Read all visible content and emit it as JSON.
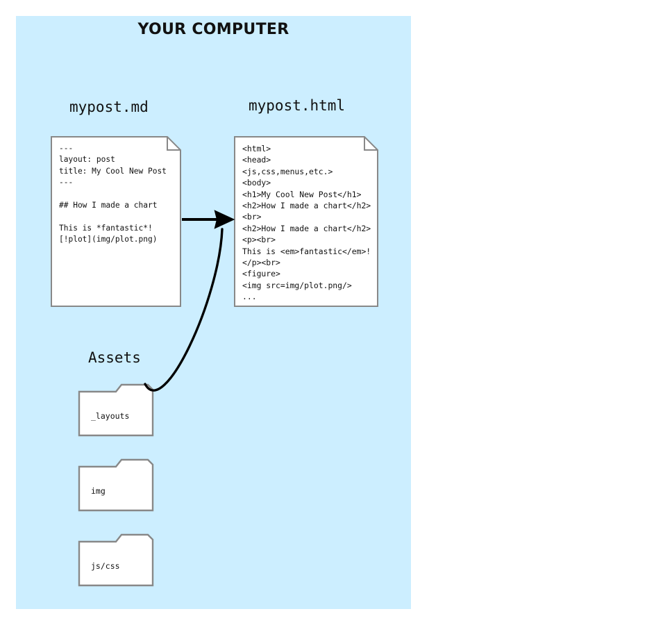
{
  "diagram": {
    "title": "YOUR COMPUTER",
    "background_color": "#cceeff",
    "paper_color": "#ffffff",
    "outline_color": "#888888",
    "text_color": "#111111",
    "arrow_color": "#000000"
  },
  "files": {
    "markdown": {
      "caption": "mypost.md",
      "content": "---\nlayout: post\ntitle: My Cool New Post\n---\n\n## How I made a chart\n\nThis is *fantastic*!\n[!plot](img/plot.png)"
    },
    "html": {
      "caption": "mypost.html",
      "content": "<html>\n<head>\n<js,css,menus,etc.>\n<body>\n<h1>My Cool New Post</h1>\n<h2>How I made a chart</h2>\n<br>\n<h2>How I made a chart</h2>\n<p><br>\nThis is <em>fantastic</em>!\n</p><br>\n<figure>\n<img src=img/plot.png/>\n..."
    }
  },
  "assets": {
    "caption": "Assets",
    "folders": [
      {
        "label": "_layouts"
      },
      {
        "label": "img"
      },
      {
        "label": "js/css"
      }
    ]
  },
  "connectors": [
    {
      "name": "markdown-to-html-arrow",
      "kind": "straight-arrow"
    },
    {
      "name": "layouts-to-html-arrow",
      "kind": "curved-arrow"
    }
  ]
}
